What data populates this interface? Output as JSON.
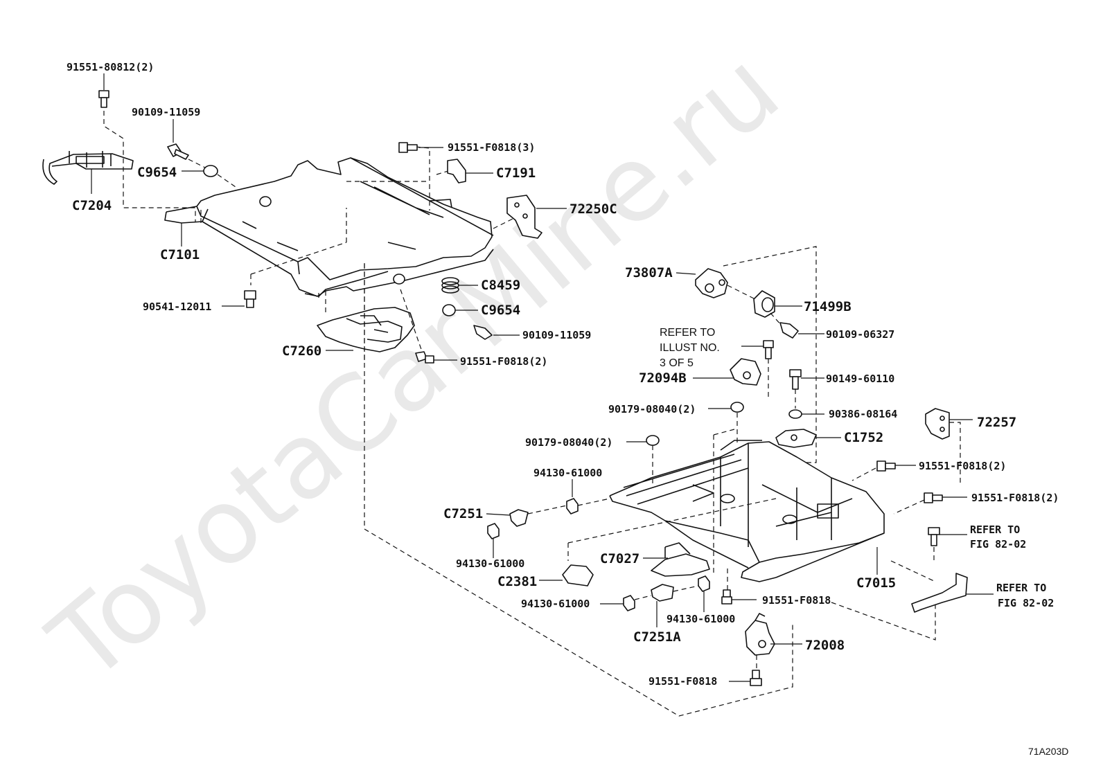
{
  "watermark": "ToyotaCarMine.ru",
  "figure_code": "71A203D",
  "labels": {
    "p91551_80812": "91551-80812(2)",
    "p90109_11059_top": "90109-11059",
    "c9654_top": "C9654",
    "c7204": "C7204",
    "c7101": "C7101",
    "p90541_12011": "90541-12011",
    "p91551_f0818_3": "91551-F0818(3)",
    "c7191": "C7191",
    "p72250c": "72250C",
    "c8459": "C8459",
    "c9654_mid": "C9654",
    "p90109_11059_mid": "90109-11059",
    "c7260": "C7260",
    "p91551_f0818_2a": "91551-F0818(2)",
    "p73807a": "73807A",
    "p71499b": "71499B",
    "p90109_06327": "90109-06327",
    "refer_illust_1": "REFER TO",
    "refer_illust_2": "ILLUST NO.",
    "refer_illust_3": "3 OF 5",
    "p72094b": "72094B",
    "p90149_60110": "90149-60110",
    "p90179_08040_a": "90179-08040(2)",
    "p90386_08164": "90386-08164",
    "p72257": "72257",
    "p90179_08040_b": "90179-08040(2)",
    "c1752": "C1752",
    "p94130_61000_a": "94130-61000",
    "p91551_f0818_2b": "91551-F0818(2)",
    "p91551_f0818_2c": "91551-F0818(2)",
    "c7251": "C7251",
    "refer_fig_a1": "REFER TO",
    "refer_fig_a2": "FIG 82-02",
    "p94130_61000_b": "94130-61000",
    "c7027": "C7027",
    "c7015": "C7015",
    "c2381": "C2381",
    "refer_fig_b1": "REFER TO",
    "refer_fig_b2": "FIG 82-02",
    "p94130_61000_c": "94130-61000",
    "p91551_f0818_d": "91551-F0818",
    "p94130_61000_d": "94130-61000",
    "c7251a": "C7251A",
    "p72008": "72008",
    "p91551_f0818_e": "91551-F0818"
  }
}
